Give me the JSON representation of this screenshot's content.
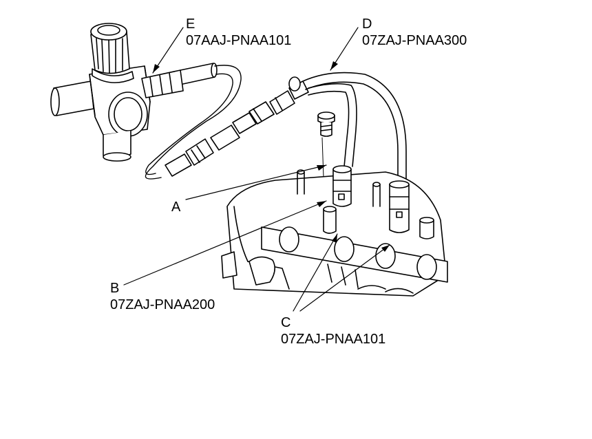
{
  "callouts": {
    "a": {
      "letter": "A"
    },
    "b": {
      "letter": "B",
      "part_number": "07ZAJ-PNAA200"
    },
    "c": {
      "letter": "C",
      "part_number": "07ZAJ-PNAA101"
    },
    "d": {
      "letter": "D",
      "part_number": "07ZAJ-PNAA300"
    },
    "e": {
      "letter": "E",
      "part_number": "07AAJ-PNAA101"
    }
  },
  "colors": {
    "ink": "#000000",
    "paper": "#ffffff",
    "shade": "#d9d9d9"
  }
}
